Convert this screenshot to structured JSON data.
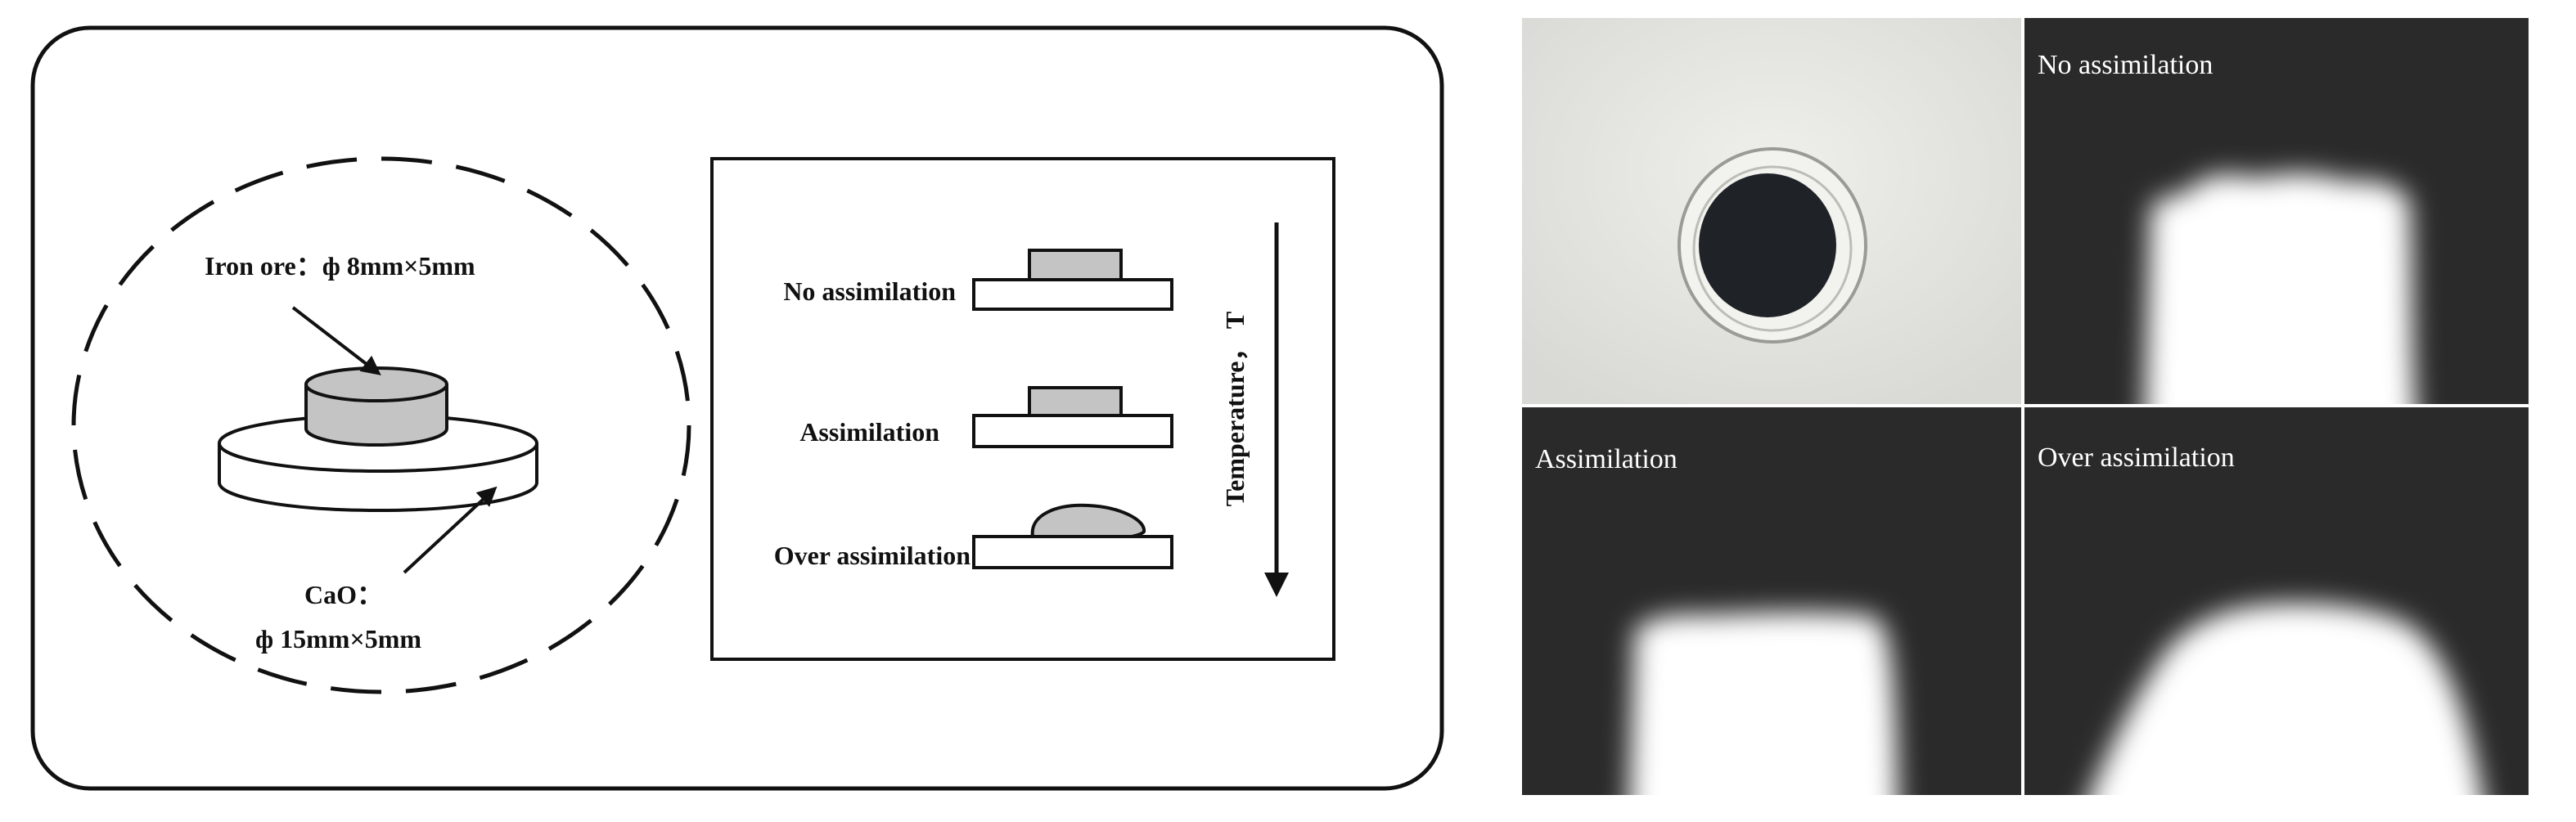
{
  "left_panel": {
    "iron_ore_label": "Iron ore：ф 8mm×5mm",
    "cao_label_line1": "CaO：",
    "cao_label_line2": "ф 15mm×5mm",
    "stages": [
      {
        "label": "No assimilation"
      },
      {
        "label": "Assimilation"
      },
      {
        "label": "Over assimilation"
      }
    ],
    "temperature_label": "Temperature， T"
  },
  "right_panel": {
    "panels": [
      {
        "label": ""
      },
      {
        "label": "No assimilation"
      },
      {
        "label": "Assimilation"
      },
      {
        "label": "Over assimilation"
      }
    ]
  },
  "colors": {
    "line": "#111111",
    "sample_fill": "#c4c4c4",
    "photo_background": "#2a2a2a",
    "photo_sample": "#ffffff",
    "paper": "#e6e6e2"
  }
}
